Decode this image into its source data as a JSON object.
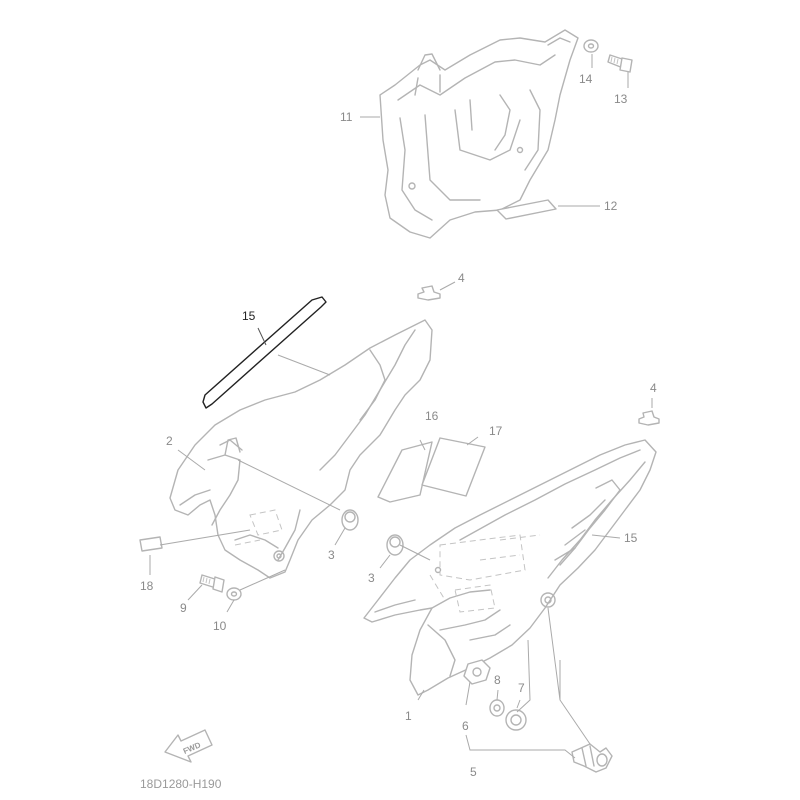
{
  "diagram": {
    "code": "18D1280-H190",
    "fwd_label": "FWD",
    "callouts": {
      "c1": "1",
      "c2": "2",
      "c3a": "3",
      "c3b": "3",
      "c4a": "4",
      "c4b": "4",
      "c5": "5",
      "c6": "6",
      "c7": "7",
      "c8": "8",
      "c9": "9",
      "c10": "10",
      "c11": "11",
      "c12": "12",
      "c13": "13",
      "c14": "14",
      "c15a": "15",
      "c15b": "15",
      "c16": "16",
      "c17": "17",
      "c18": "18"
    },
    "colors": {
      "part_line": "#b4b4b4",
      "highlight_line": "#222222",
      "callout_text": "#8a8a8a"
    }
  }
}
